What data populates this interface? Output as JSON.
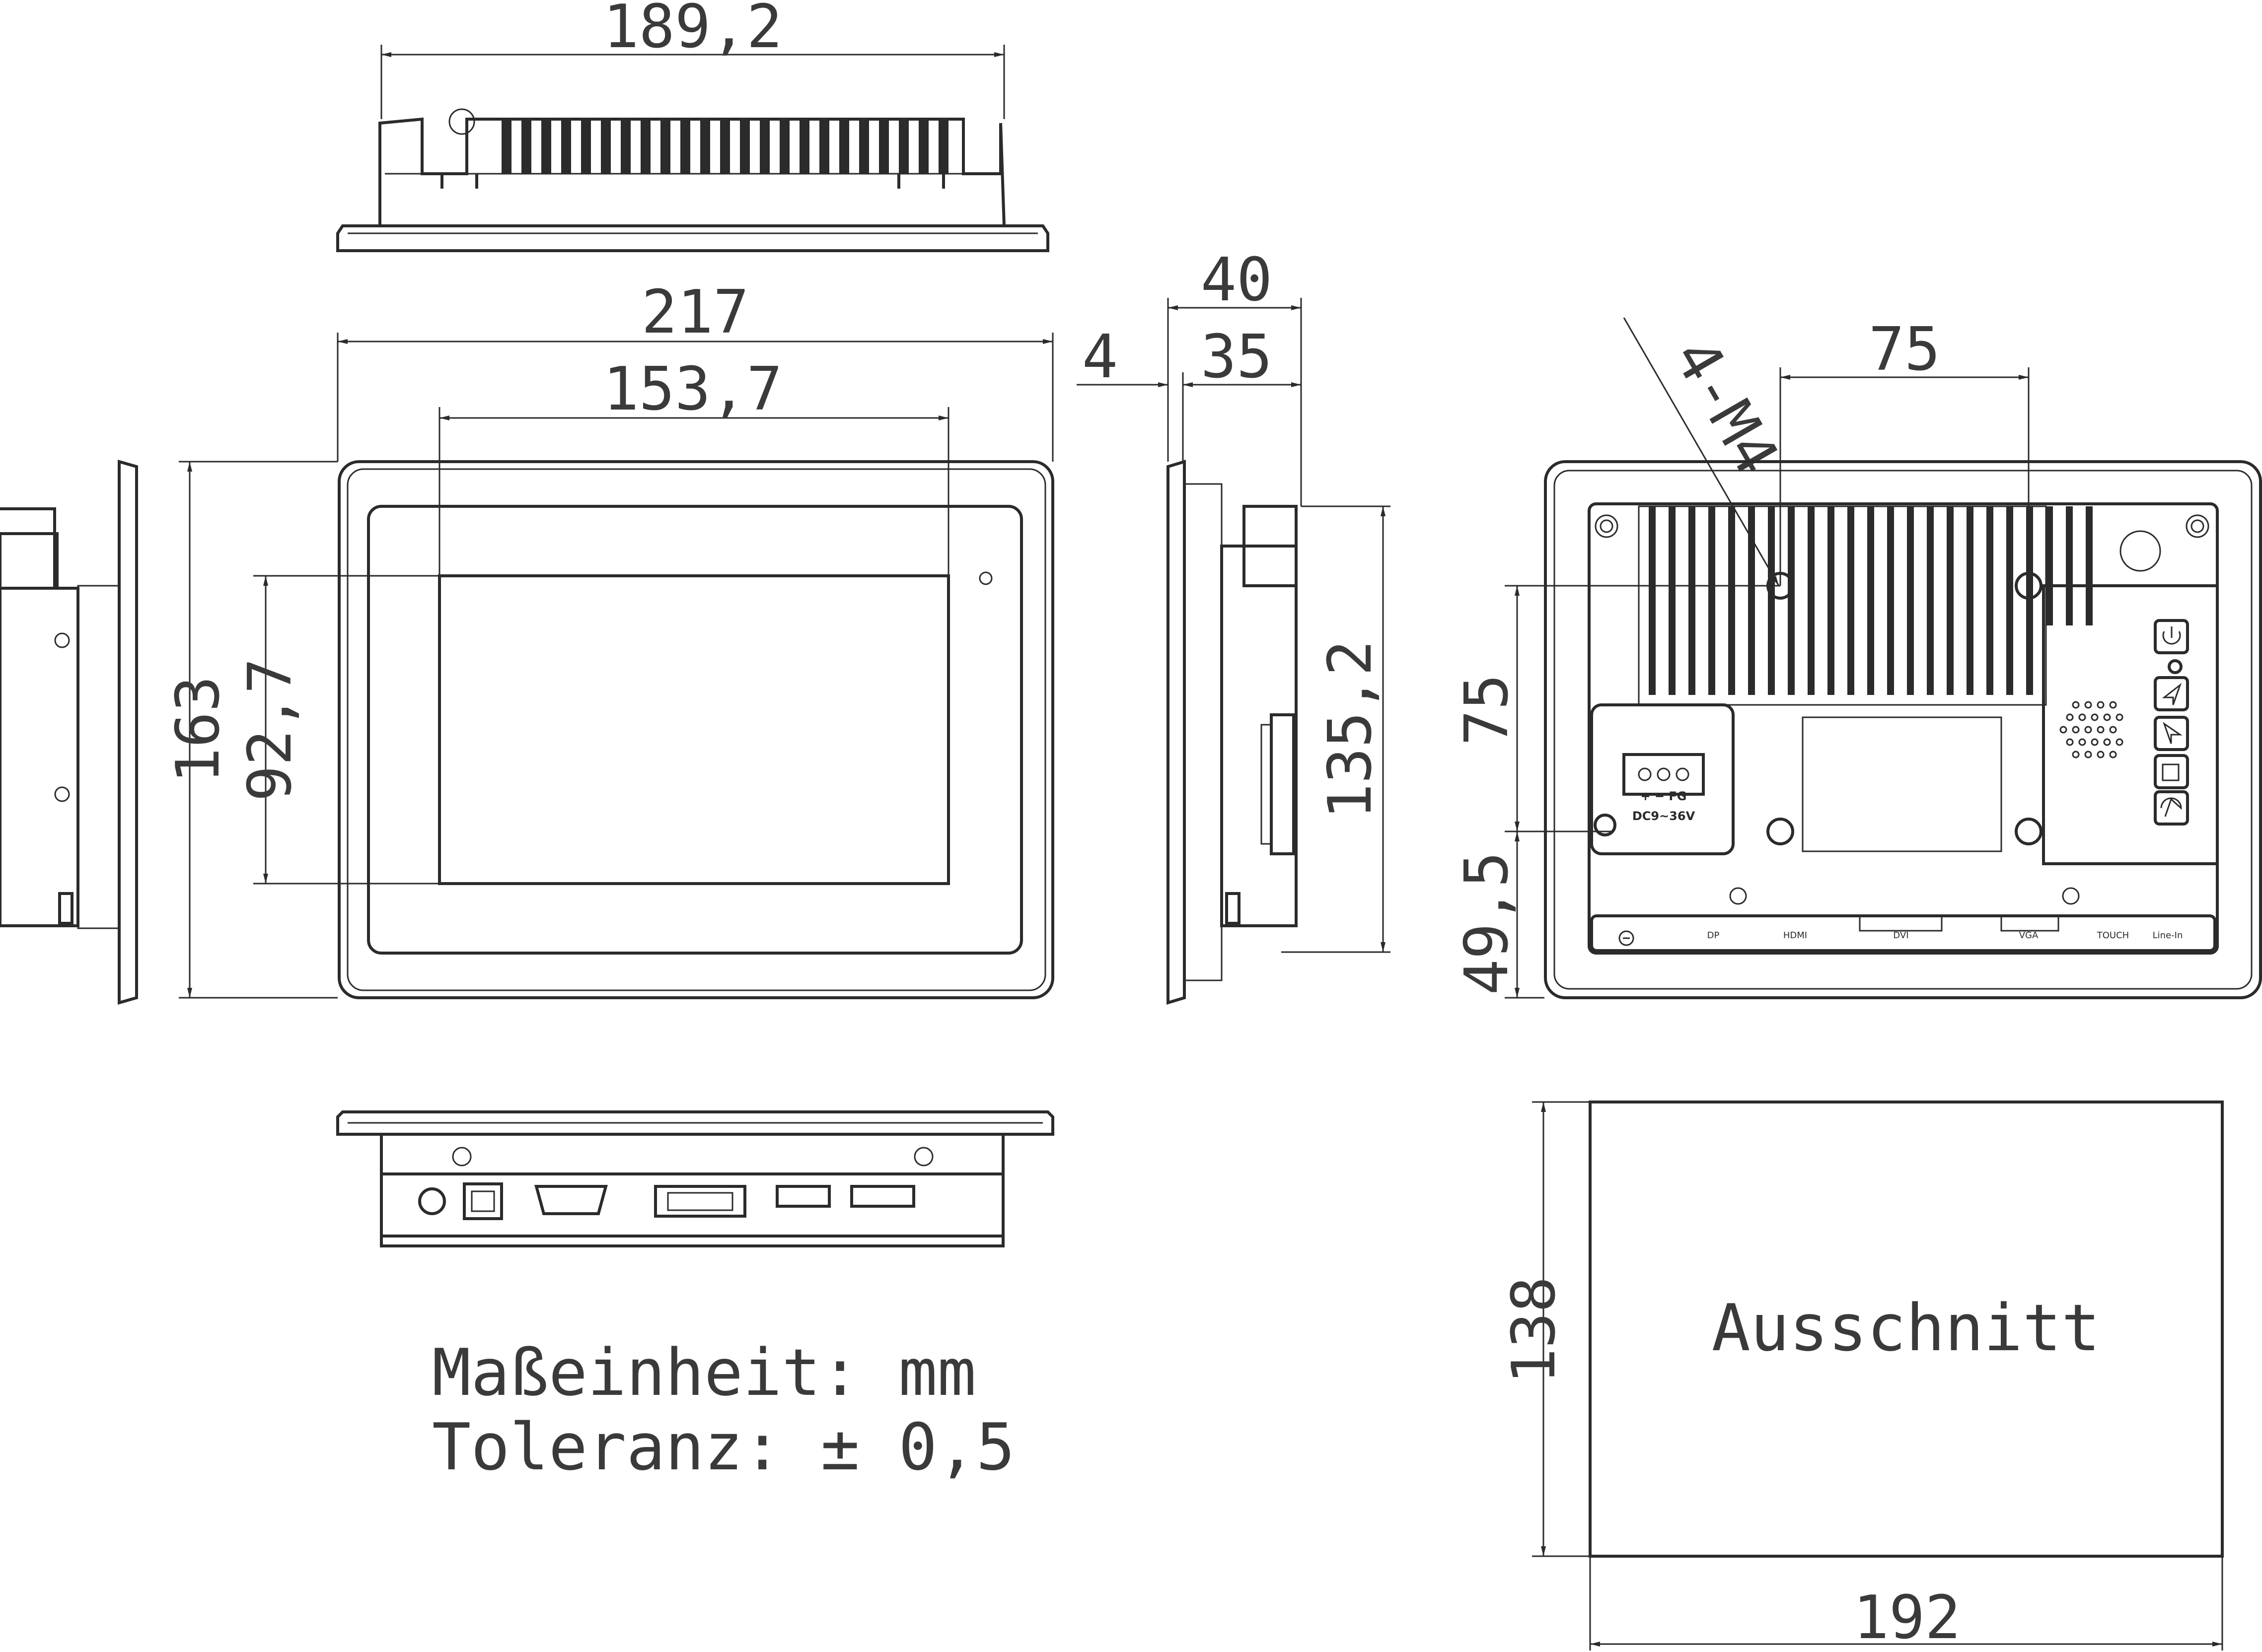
{
  "dimensions": {
    "top_width": "189,2",
    "front_width": "217",
    "screen_width": "153,7",
    "front_height": "163",
    "screen_height": "92,7",
    "side_total_depth": "40",
    "side_frame": "4",
    "side_body_depth": "35",
    "side_height": "135,2",
    "rear_hole_spacing_h": "75",
    "rear_thread": "4-M4",
    "rear_hole_spacing_v": "75",
    "rear_offset_v": "49,5",
    "cutout_height": "138",
    "cutout_width": "192"
  },
  "labels": {
    "cutout": "Ausschnitt",
    "unit": "Maßeinheit: mm",
    "tolerance": "Toleranz: ± 0,5",
    "power_pins": "+  −  FG",
    "power_spec": "DC9~36V",
    "port_dp": "DP",
    "port_hdmi": "HDMI",
    "port_dvi": "DVI",
    "port_vga": "VGA",
    "port_touch": "TOUCH",
    "port_linein": "Line-In"
  },
  "icons": [
    "power-icon",
    "brightness-up-icon",
    "brightness-down-icon",
    "menu-icon",
    "auto-adjust-icon"
  ]
}
